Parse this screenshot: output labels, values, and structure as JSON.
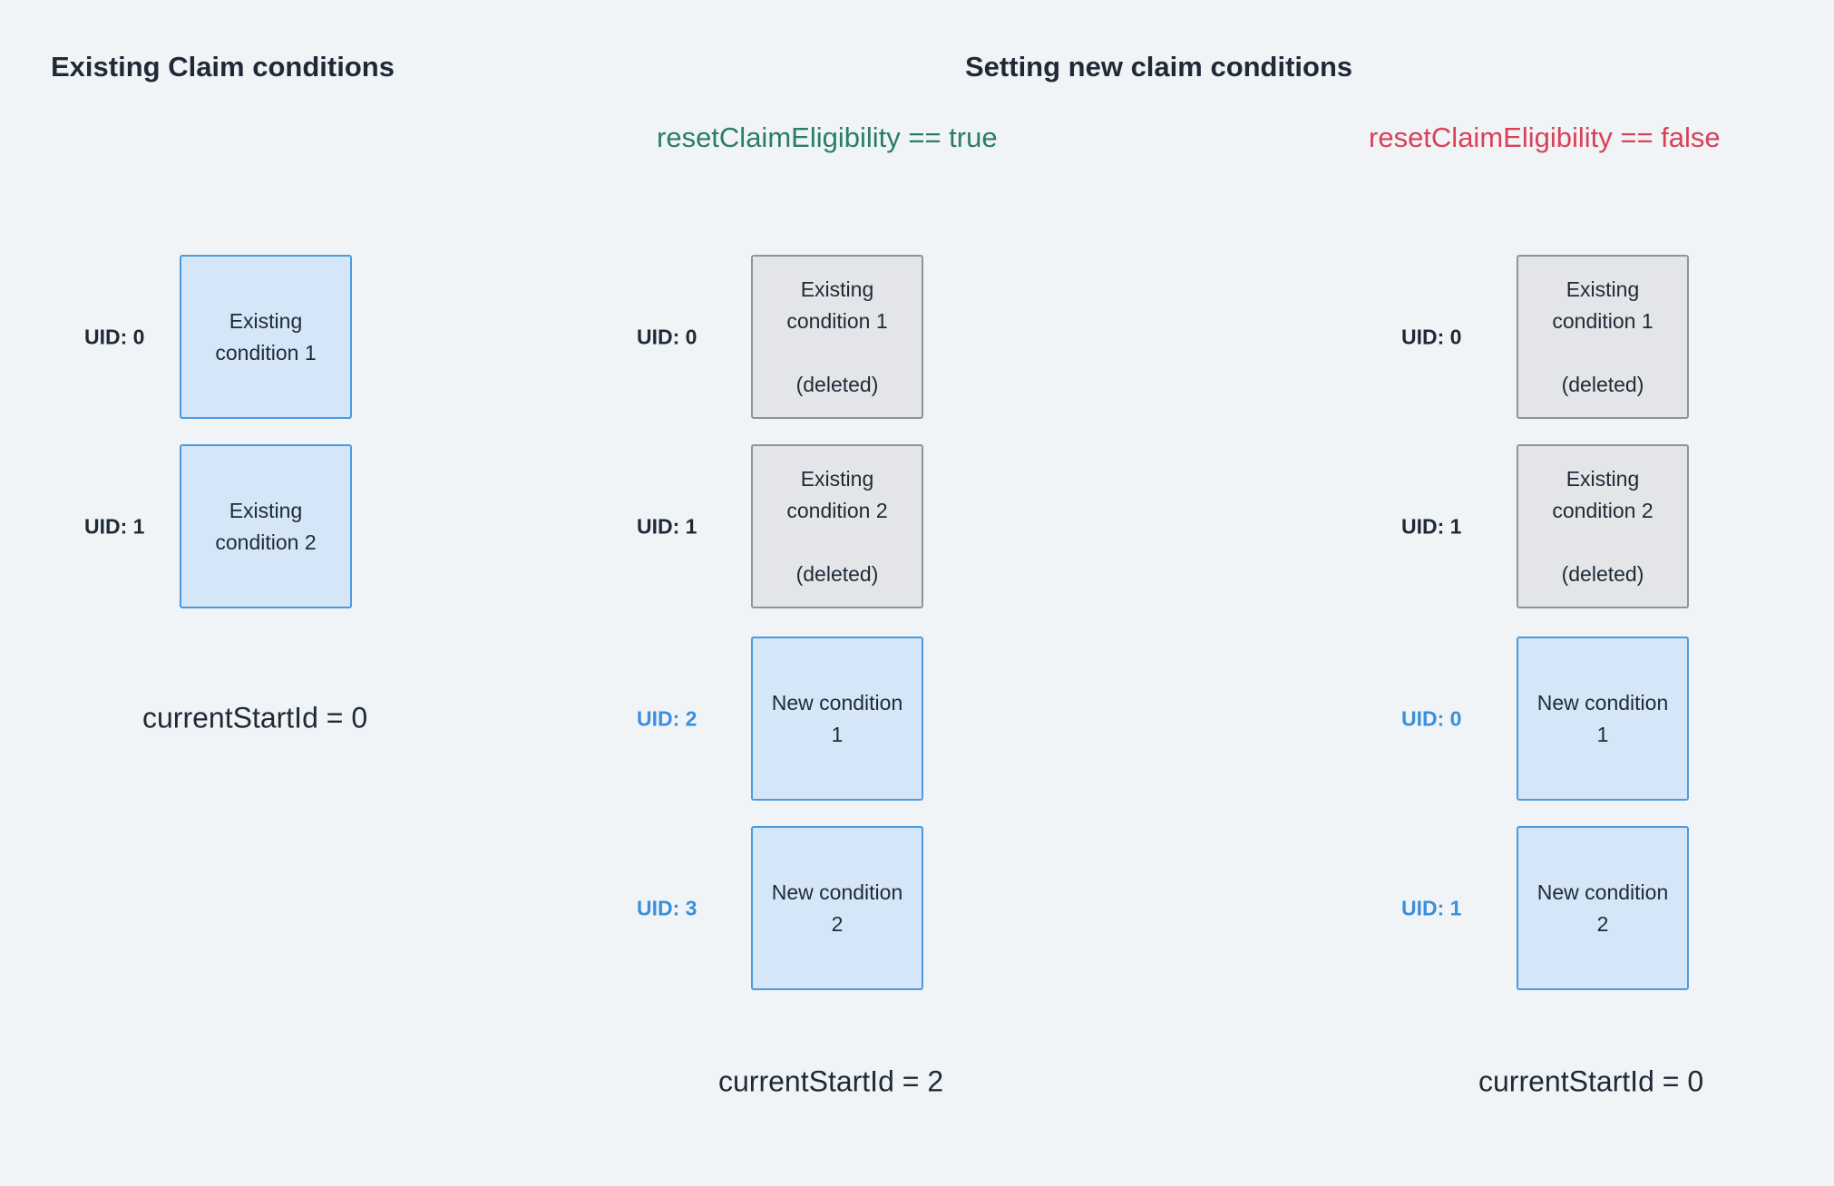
{
  "existing": {
    "title": "Existing Claim conditions",
    "rows": [
      {
        "uid": "UID: 0",
        "text": "Existing\ncondition 1",
        "state": "existing"
      },
      {
        "uid": "UID: 1",
        "text": "Existing\ncondition 2",
        "state": "existing"
      }
    ],
    "current_start_id": "currentStartId = 0"
  },
  "setting_new": {
    "title": "Setting new claim conditions",
    "panels": [
      {
        "condition": "resetClaimEligibility == true",
        "condition_color": "#2a7d68",
        "rows": [
          {
            "uid": "UID: 0",
            "text": "Existing\ncondition 1\n\n(deleted)",
            "state": "deleted"
          },
          {
            "uid": "UID: 1",
            "text": "Existing\ncondition 2\n\n(deleted)",
            "state": "deleted"
          },
          {
            "uid": "UID: 2",
            "text": "New condition\n1",
            "state": "new"
          },
          {
            "uid": "UID: 3",
            "text": "New condition\n2",
            "state": "new"
          }
        ],
        "current_start_id": "currentStartId = 2"
      },
      {
        "condition": "resetClaimEligibility == false",
        "condition_color": "#d9415a",
        "rows": [
          {
            "uid": "UID: 0",
            "text": "Existing\ncondition 1\n\n(deleted)",
            "state": "deleted"
          },
          {
            "uid": "UID: 1",
            "text": "Existing\ncondition 2\n\n(deleted)",
            "state": "deleted"
          },
          {
            "uid": "UID: 0",
            "text": "New condition\n1",
            "state": "new"
          },
          {
            "uid": "UID: 1",
            "text": "New condition\n2",
            "state": "new"
          }
        ],
        "current_start_id": "currentStartId = 0"
      }
    ]
  },
  "colors": {
    "background": "#f0f4f7",
    "active_fill": "#d4e6f7",
    "active_border": "#4a9be0",
    "deleted_fill": "#e3e5e8",
    "deleted_border": "#8f9499",
    "new_uid": "#3b8fdc",
    "text": "#1f2a37"
  }
}
